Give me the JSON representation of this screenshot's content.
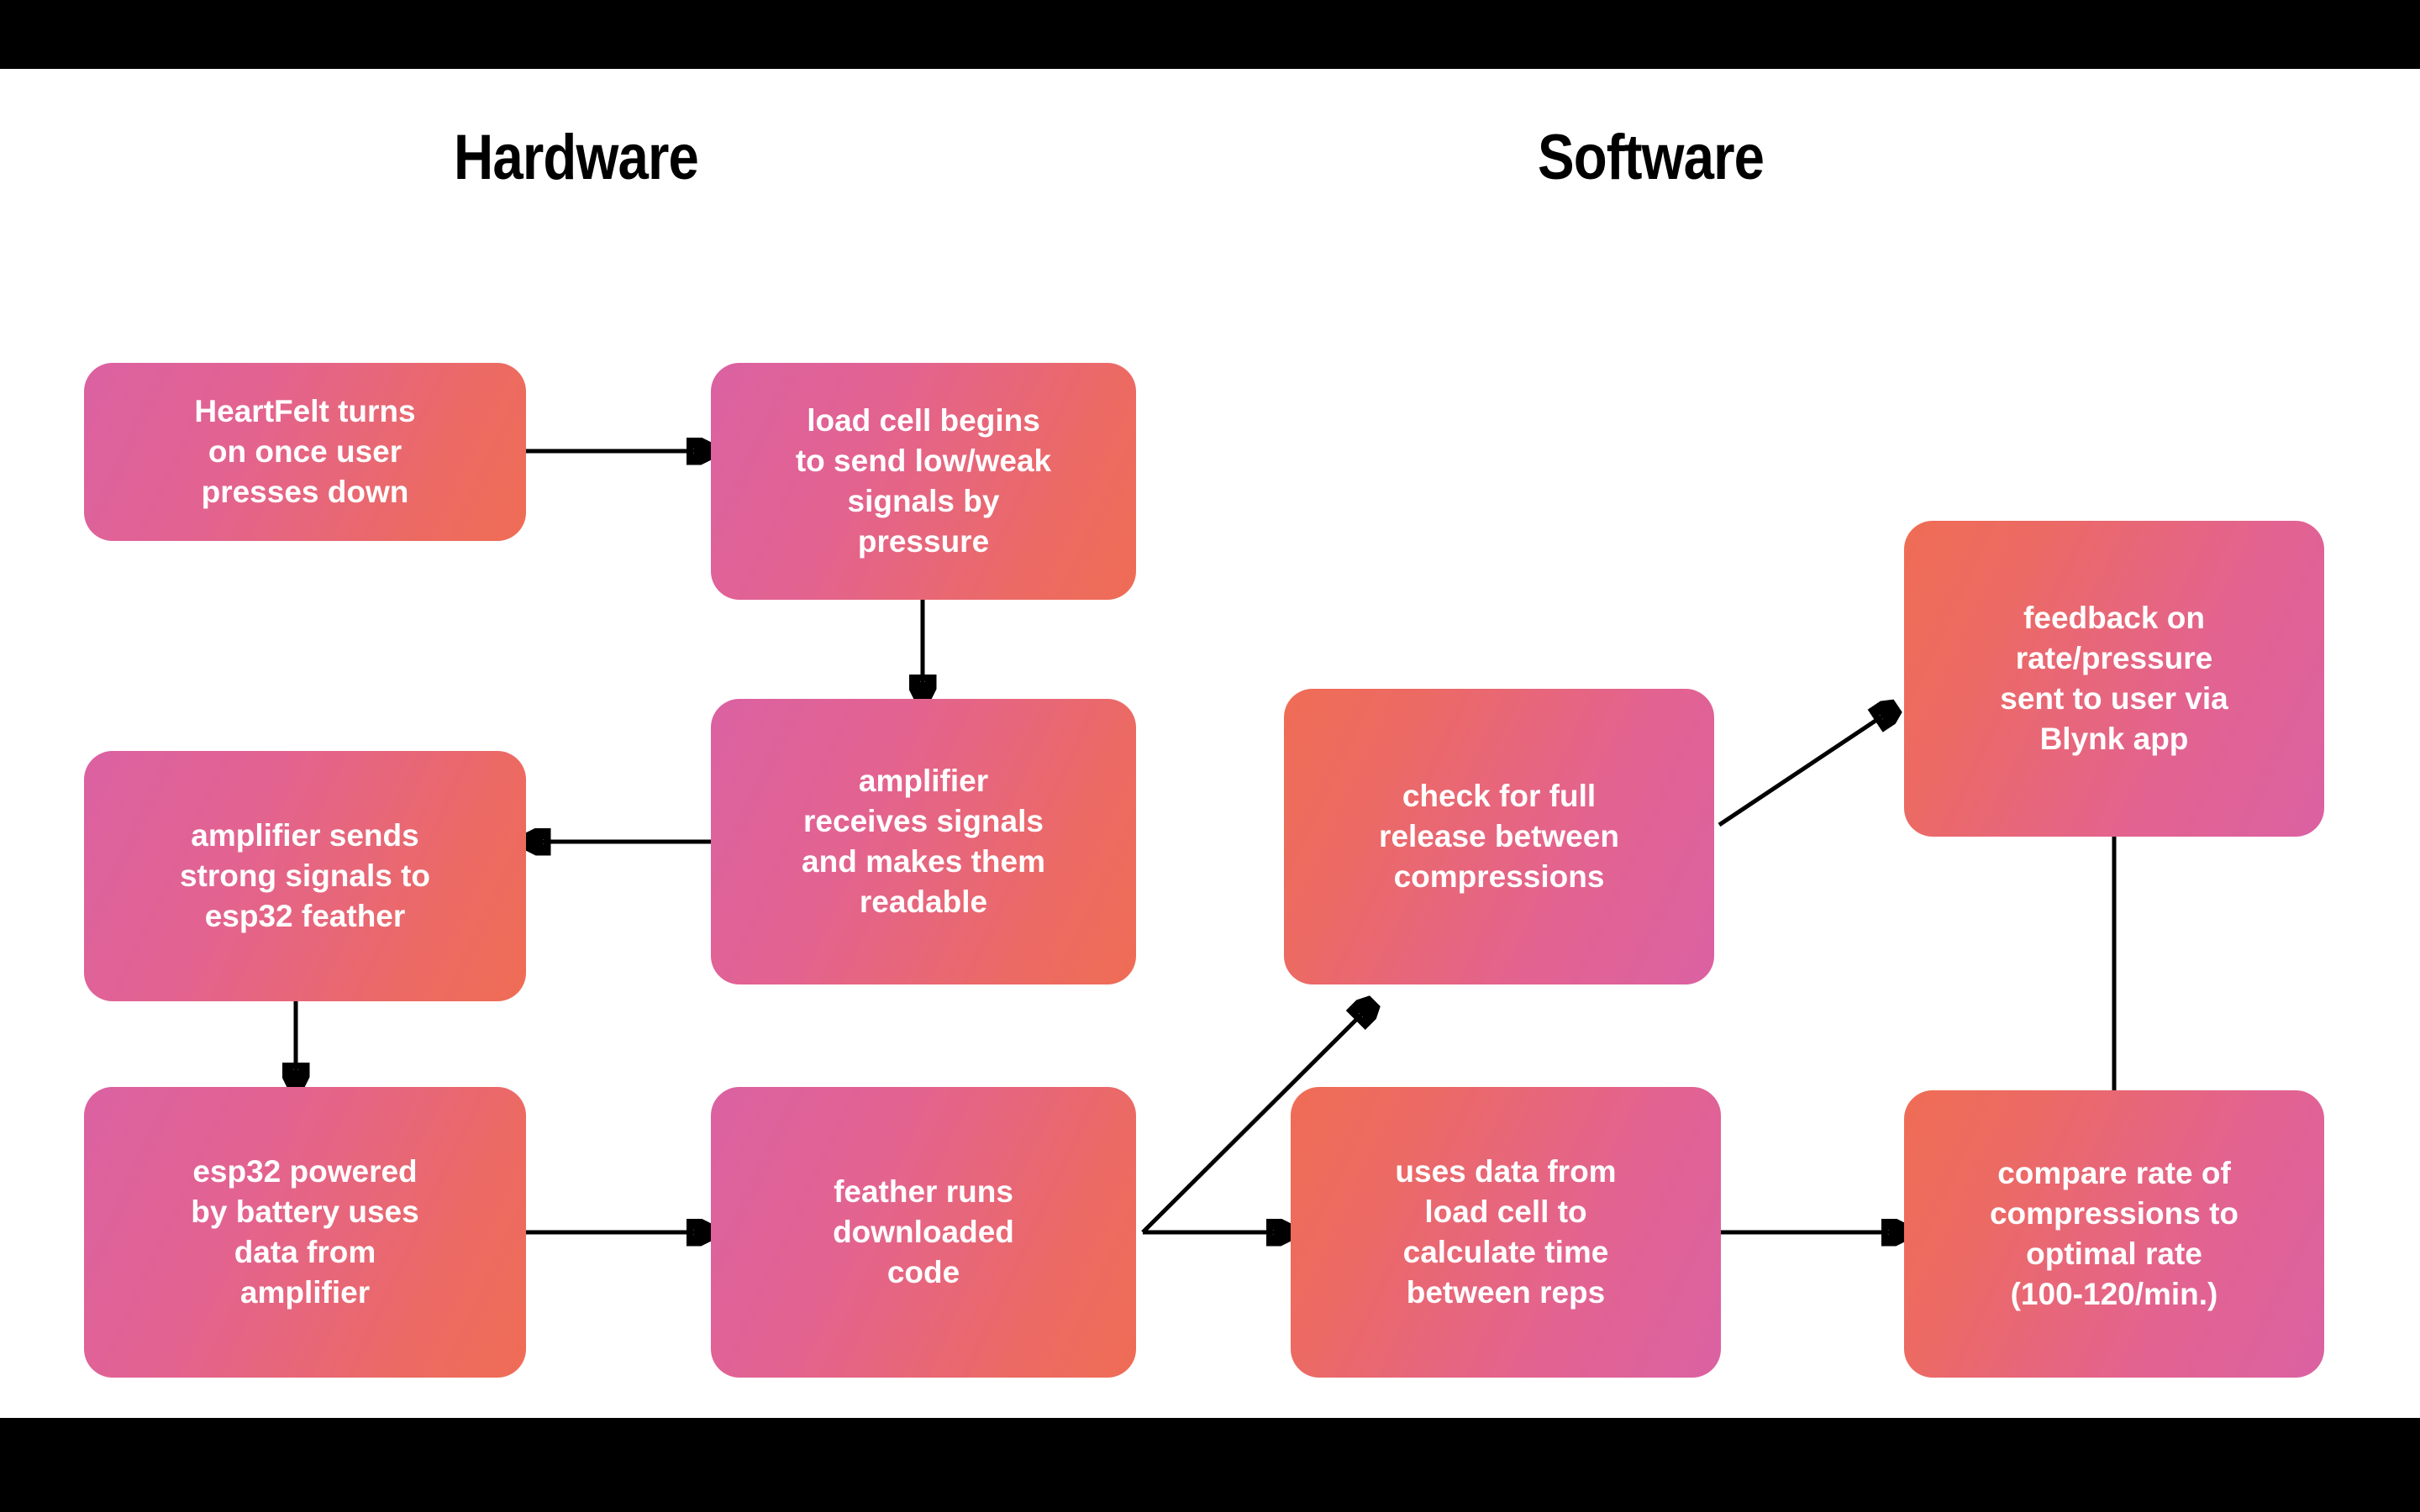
{
  "canvas": {
    "background": "#ffffff",
    "letterbox_color": "#000000",
    "gradient_pink": "#db61a2",
    "gradient_coral": "#ef6d55",
    "arrow_color": "#000000",
    "node_text_color": "#ffffff",
    "heading_color": "#000000"
  },
  "headings": {
    "hardware": "Hardware",
    "software": "Software"
  },
  "nodes": {
    "heartfelt_on": "HeartFelt turns\non once user\npresses down",
    "load_cell": "load cell begins\nto send low/weak\nsignals by\npressure",
    "amp_sends": "amplifier sends\nstrong signals to\nesp32 feather",
    "amp_receives": "amplifier\nreceives signals\nand makes them\nreadable",
    "esp32_battery": "esp32 powered\nby battery uses\ndata from\namplifier",
    "feather_code": "feather runs\ndownloaded\ncode",
    "check_release": "check for full\nrelease between\ncompressions",
    "uses_data": "uses data from\nload cell to\ncalculate time\nbetween reps",
    "feedback_blynk": "feedback on\nrate/pressure\nsent to user via\nBlynk app",
    "compare_rate": "compare rate of\ncompressions to\noptimal rate\n(100-120/min.)"
  },
  "connections": [
    {
      "name": "heartfelt-to-loadcell",
      "from": "heartfelt_on",
      "to": "load_cell",
      "kind": "arrow-right"
    },
    {
      "name": "loadcell-to-ampreceives",
      "from": "load_cell",
      "to": "amp_receives",
      "kind": "arrow-down"
    },
    {
      "name": "ampreceives-to-ampsends",
      "from": "amp_receives",
      "to": "amp_sends",
      "kind": "arrow-left"
    },
    {
      "name": "ampsends-to-esp32",
      "from": "amp_sends",
      "to": "esp32_battery",
      "kind": "arrow-down"
    },
    {
      "name": "esp32-to-feather",
      "from": "esp32_battery",
      "to": "feather_code",
      "kind": "arrow-right"
    },
    {
      "name": "feather-to-usesdata",
      "from": "feather_code",
      "to": "uses_data",
      "kind": "arrow-right"
    },
    {
      "name": "feather-to-checkrelease",
      "from": "feather_code",
      "to": "check_release",
      "kind": "arrow-diagonal-up"
    },
    {
      "name": "checkrelease-to-feedback",
      "from": "check_release",
      "to": "feedback_blynk",
      "kind": "arrow-diagonal-up"
    },
    {
      "name": "usesdata-to-compare",
      "from": "uses_data",
      "to": "compare_rate",
      "kind": "arrow-right"
    },
    {
      "name": "feedback-to-compare",
      "from": "feedback_blynk",
      "to": "compare_rate",
      "kind": "line-vertical"
    }
  ]
}
